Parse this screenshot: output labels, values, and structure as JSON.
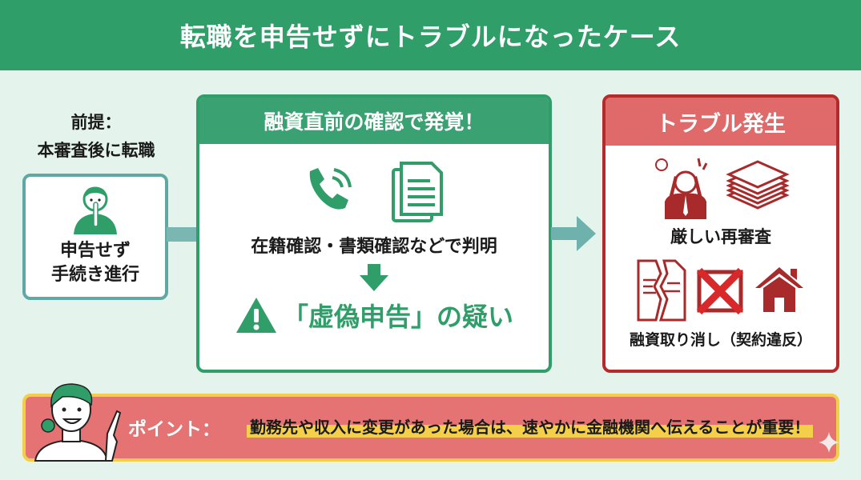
{
  "title": "転職を申告せずにトラブルになったケース",
  "premise": {
    "line1": "前提：",
    "line2": "本審査後に転職"
  },
  "left_box": {
    "icon": "person-shush-icon",
    "line1": "申告せず",
    "line2": "手続き進行"
  },
  "middle": {
    "header": "融資直前の確認で発覚！",
    "icons": [
      "phone-icon",
      "document-icon"
    ],
    "check_text": "在籍確認・書類確認などで判明",
    "result_text": "「虚偽申告」の疑い"
  },
  "right": {
    "header": "トラブル発生",
    "item1": "厳しい再審査",
    "item2": "融資取り消し（契約違反）"
  },
  "banner": {
    "point_label": "ポイント：",
    "message": "勤務先や収入に変更があった場合は、速やかに金融機関へ伝えることが重要！"
  },
  "colors": {
    "green": "#2f9e69",
    "red": "#b52b2b",
    "salmon": "#e57373",
    "yellow": "#f2cf48"
  }
}
